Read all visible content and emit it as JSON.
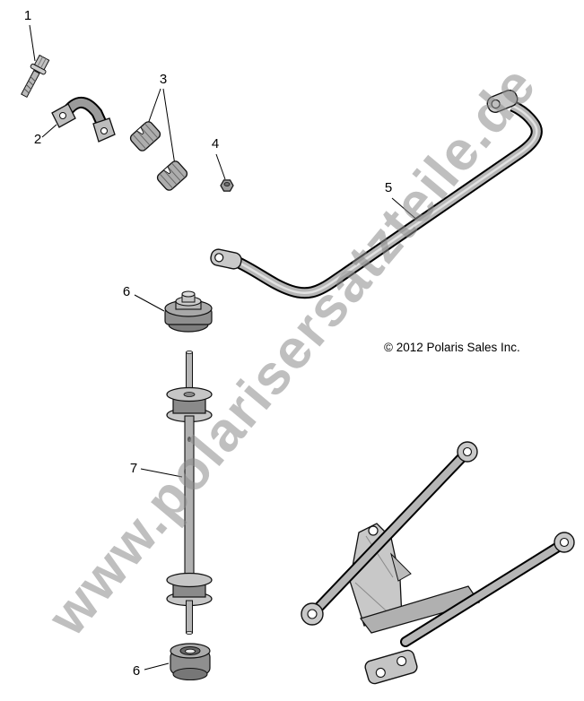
{
  "diagram": {
    "watermark": "www.polarisersatzteile.de",
    "copyright": "© 2012 Polaris Sales Inc.",
    "callouts": [
      "1",
      "2",
      "3",
      "4",
      "5",
      "6",
      "7",
      "6"
    ]
  }
}
